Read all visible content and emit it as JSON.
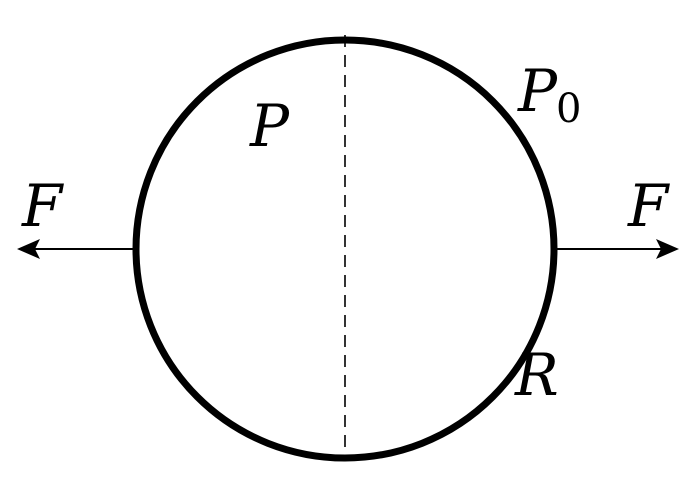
{
  "labels": {
    "force_left": "F",
    "force_right": "F",
    "inner_pressure": "P",
    "outer_pressure_base": "P",
    "outer_pressure_sub": "0",
    "radius": "R"
  },
  "colors": {
    "stroke": "#000000",
    "background": "#ffffff"
  }
}
